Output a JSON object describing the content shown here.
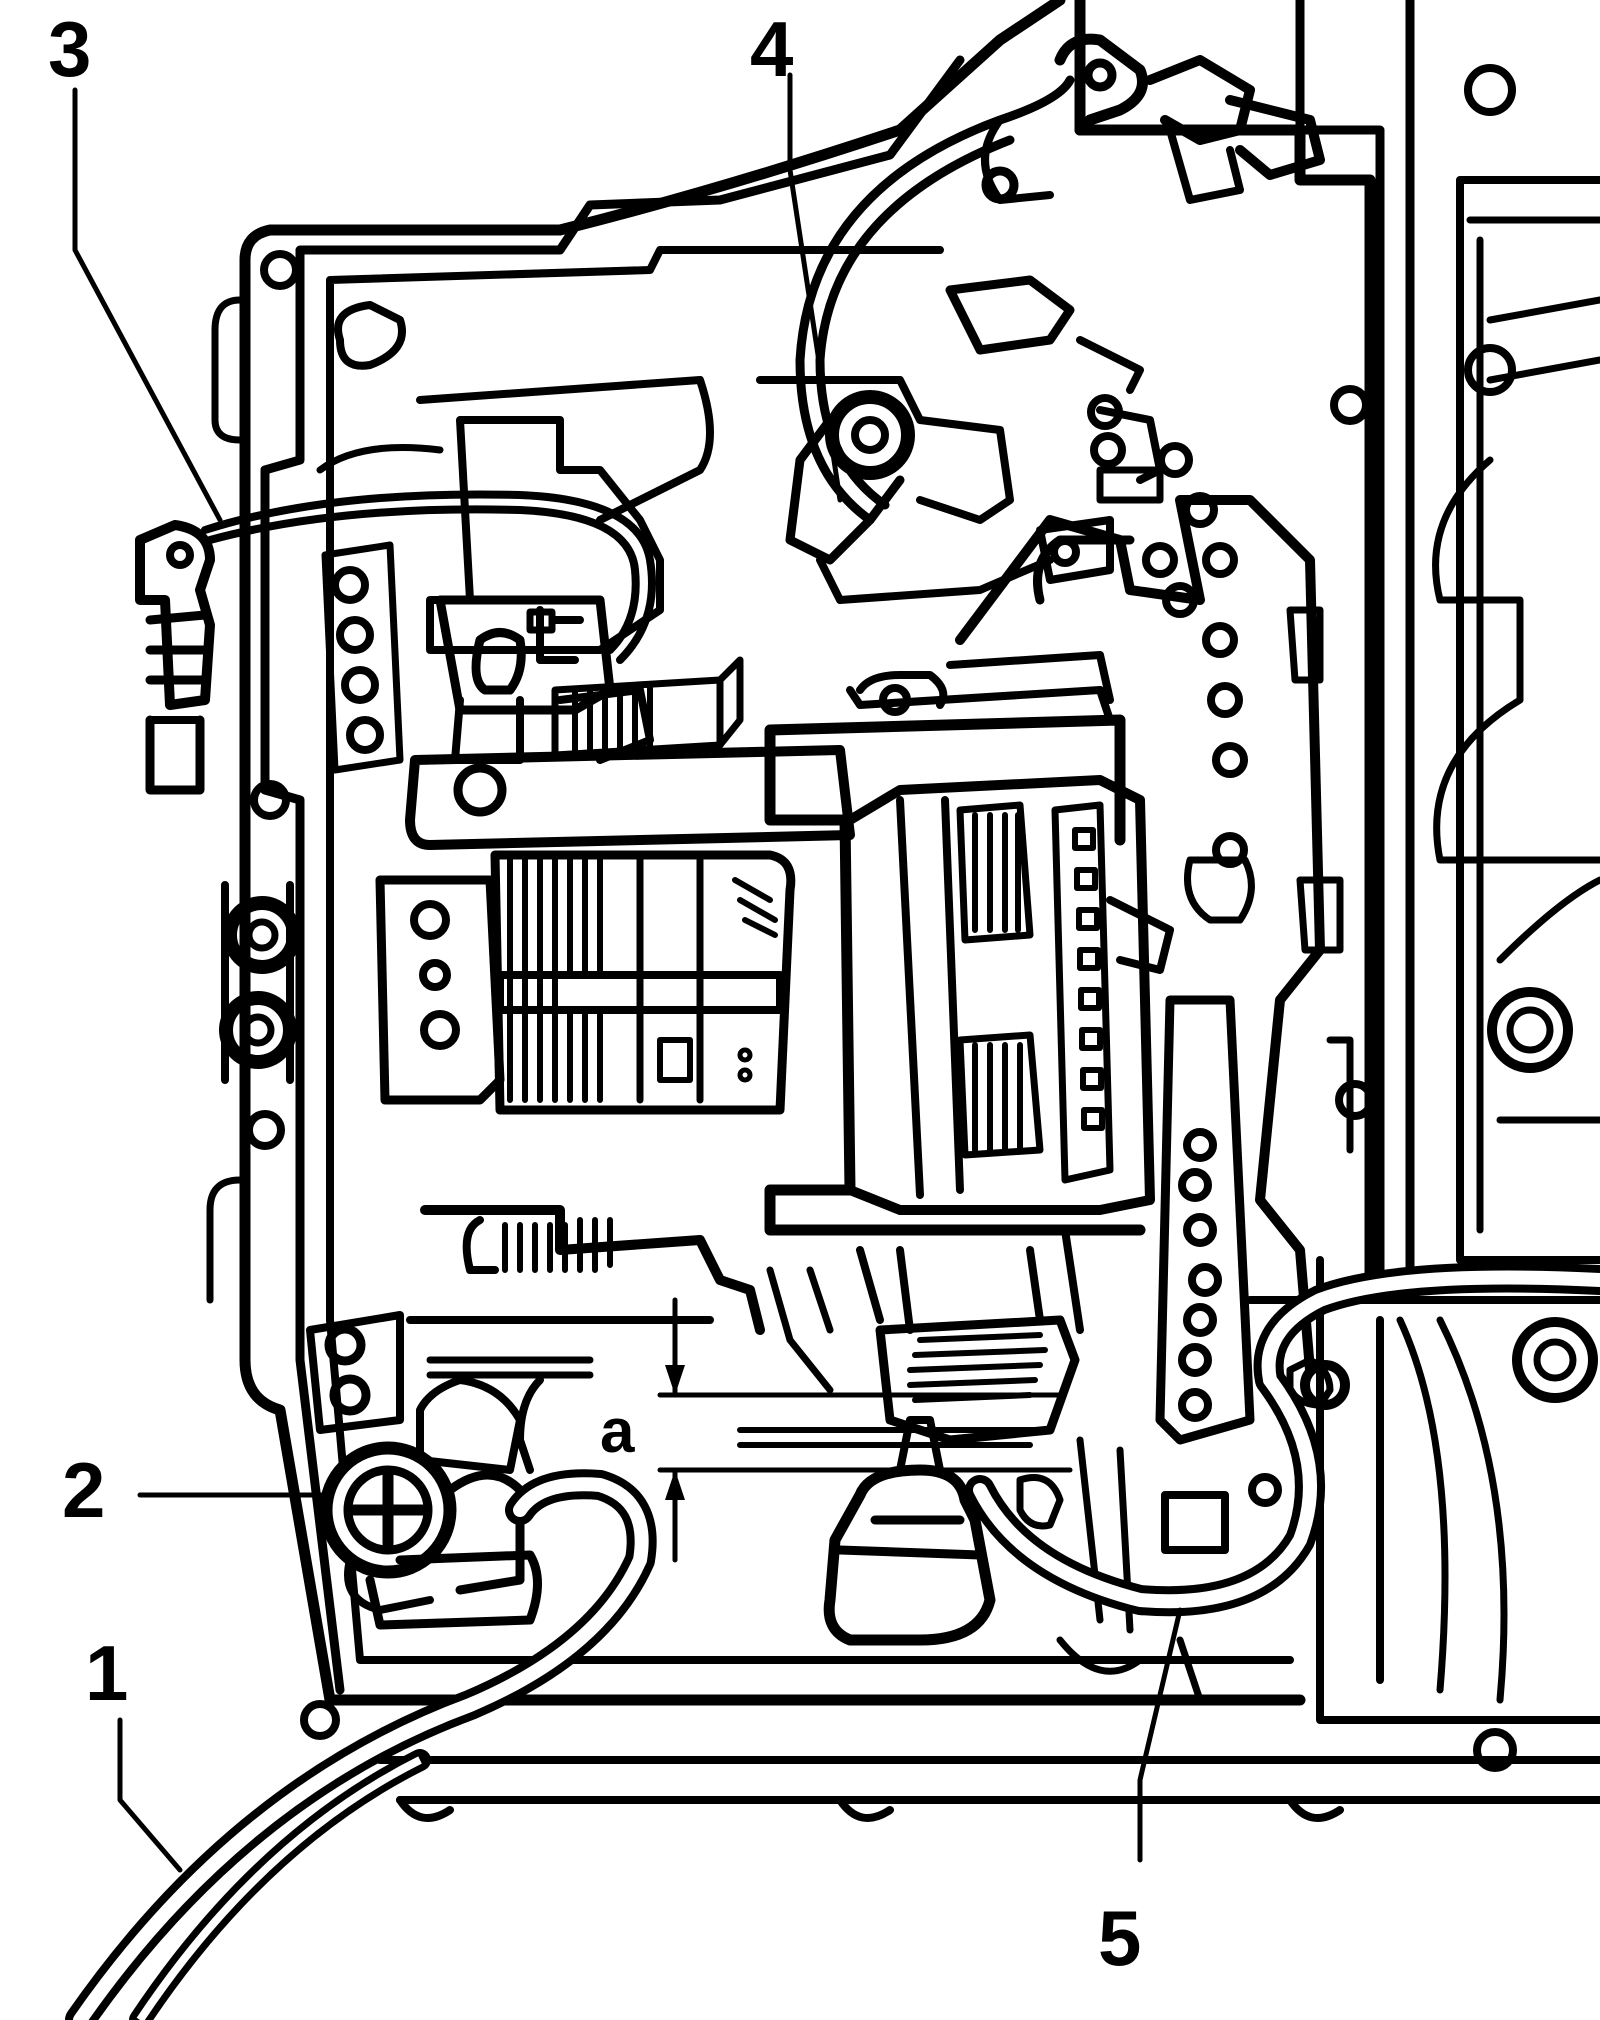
{
  "callouts": [
    {
      "id": "1",
      "label": "1"
    },
    {
      "id": "2",
      "label": "2"
    },
    {
      "id": "3",
      "label": "3"
    },
    {
      "id": "4",
      "label": "4"
    },
    {
      "id": "5",
      "label": "5"
    }
  ],
  "dimension": {
    "label": "a"
  },
  "colors": {
    "ink": "#000000",
    "paper": "#ffffff"
  }
}
